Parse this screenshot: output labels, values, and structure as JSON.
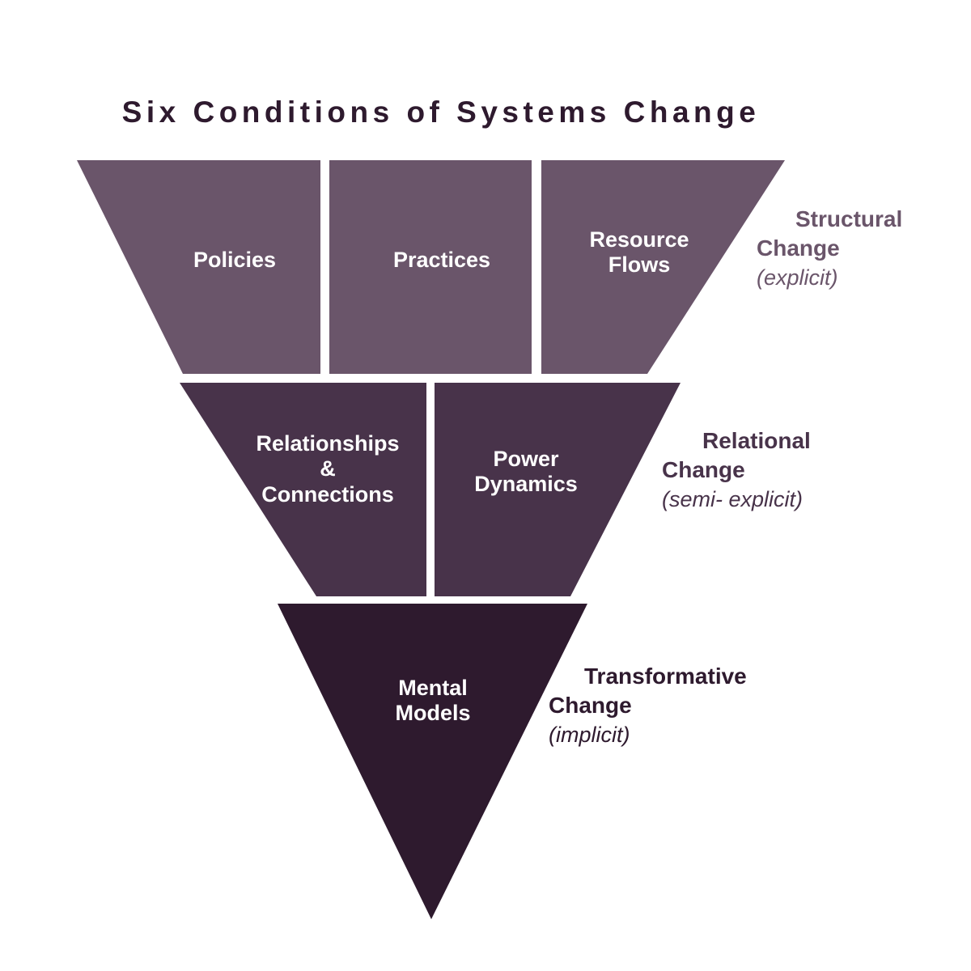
{
  "page": {
    "title": "Six Conditions of Systems Change",
    "background": "#ffffff"
  },
  "colors": {
    "structural": "#6a556a",
    "relational": "#48334a",
    "transformative": "#2e1a2e",
    "cell_text": "#ffffff",
    "title_text": "#2e1a2e"
  },
  "diagram": {
    "type": "inverted-funnel",
    "levels": [
      {
        "id": "structural",
        "color": "#6a556a",
        "side_label": {
          "title": "Structural\nChange",
          "subtitle": "(explicit)"
        },
        "cells": [
          {
            "id": "policies",
            "label": "Policies"
          },
          {
            "id": "practices",
            "label": "Practices"
          },
          {
            "id": "resource-flows",
            "label": "Resource\nFlows"
          }
        ]
      },
      {
        "id": "relational",
        "color": "#48334a",
        "side_label": {
          "title": "Relational\nChange",
          "subtitle": "(semi- explicit)"
        },
        "cells": [
          {
            "id": "relationships-connections",
            "label": "Relationships\n&\nConnections"
          },
          {
            "id": "power-dynamics",
            "label": "Power\nDynamics"
          }
        ]
      },
      {
        "id": "transformative",
        "color": "#2e1a2e",
        "side_label": {
          "title": "Transformative\nChange",
          "subtitle": "(implicit)"
        },
        "cells": [
          {
            "id": "mental-models",
            "label": "Mental\nModels"
          }
        ]
      }
    ]
  }
}
